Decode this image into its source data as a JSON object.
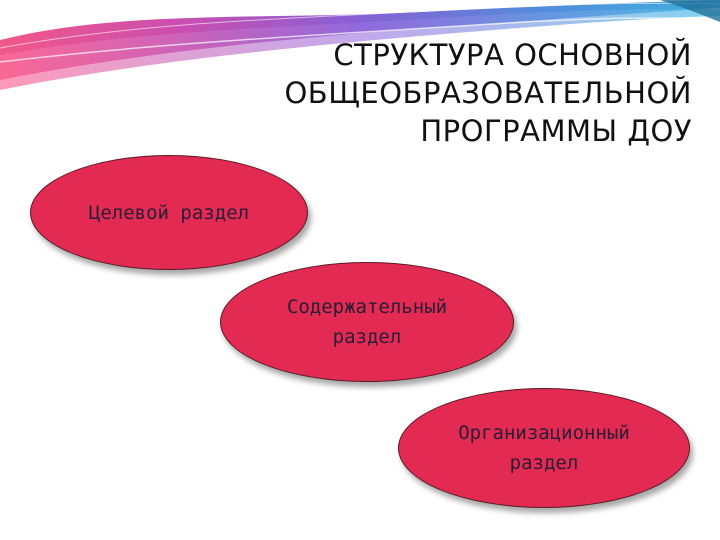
{
  "title": {
    "line1": "СТРУКТУРА ОСНОВНОЙ",
    "line2": "ОБЩЕОБРАЗОВАТЕЛЬНОЙ",
    "line3": "ПРОГРАММЫ ДОУ"
  },
  "sections": [
    {
      "line1": "Целевой раздел"
    },
    {
      "line1": "Содержательный",
      "line2": "раздел"
    },
    {
      "line1": "Организационный",
      "line2": "раздел"
    }
  ],
  "colors": {
    "oval_fill": "#e32a52",
    "title_text": "#111111",
    "oval_text": "#2a1d35"
  }
}
